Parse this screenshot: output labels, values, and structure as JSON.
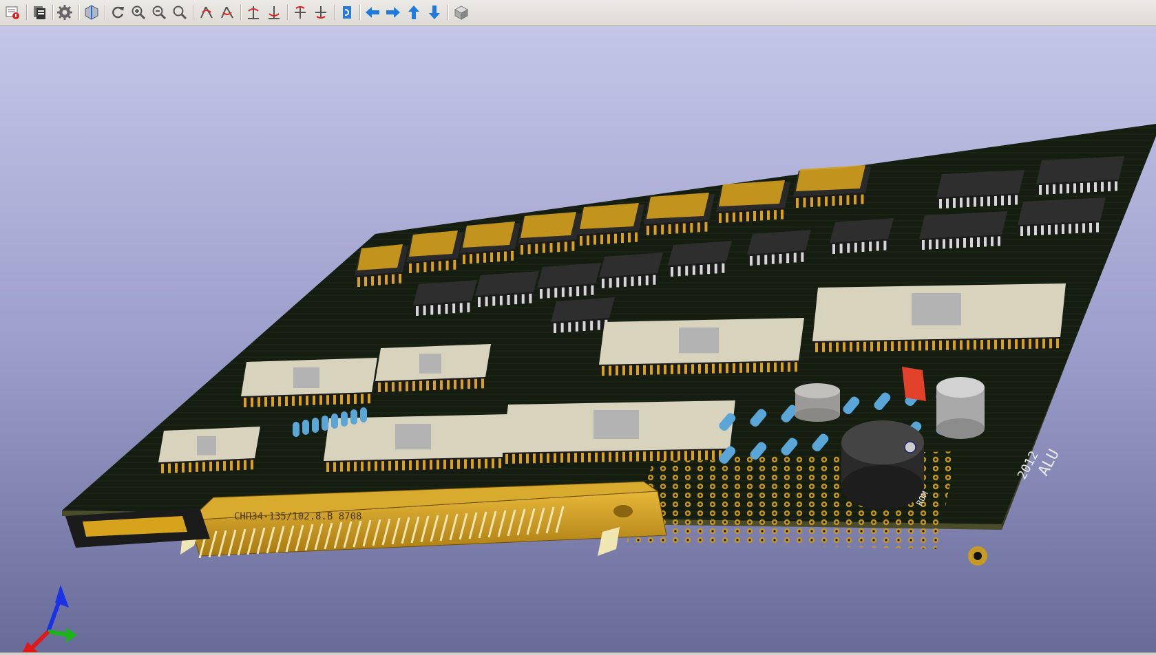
{
  "toolbar": {
    "buttons": [
      {
        "icon": "reload-board-icon",
        "tooltip": "Reload board"
      },
      {
        "icon": "copy-image-icon",
        "tooltip": "Copy 3D image to clipboard"
      },
      {
        "icon": "gear-icon",
        "tooltip": "3D display options"
      },
      {
        "icon": "raytrace-icon",
        "tooltip": "Render current view using raytracing"
      },
      {
        "icon": "refresh-icon",
        "tooltip": "Redraw"
      },
      {
        "icon": "zoom-in-icon",
        "tooltip": "Zoom in"
      },
      {
        "icon": "zoom-out-icon",
        "tooltip": "Zoom out"
      },
      {
        "icon": "zoom-fit-icon",
        "tooltip": "Fit on screen"
      },
      {
        "icon": "rotate-x-cw-icon",
        "tooltip": "Rotate X clockwise"
      },
      {
        "icon": "rotate-x-ccw-icon",
        "tooltip": "Rotate X counterclockwise"
      },
      {
        "icon": "rotate-y-cw-icon",
        "tooltip": "Rotate Y clockwise"
      },
      {
        "icon": "rotate-y-ccw-icon",
        "tooltip": "Rotate Y counterclockwise"
      },
      {
        "icon": "rotate-z-cw-icon",
        "tooltip": "Rotate Z clockwise"
      },
      {
        "icon": "rotate-z-ccw-icon",
        "tooltip": "Rotate Z counterclockwise"
      },
      {
        "icon": "flip-board-icon",
        "tooltip": "Flip board"
      },
      {
        "icon": "arrow-left-icon",
        "tooltip": "Pan left"
      },
      {
        "icon": "arrow-right-icon",
        "tooltip": "Pan right"
      },
      {
        "icon": "arrow-up-icon",
        "tooltip": "Pan up"
      },
      {
        "icon": "arrow-down-icon",
        "tooltip": "Pan down"
      },
      {
        "icon": "ortho-view-icon",
        "tooltip": "Enable/disable orthographic projection"
      }
    ]
  },
  "board": {
    "connector_label": "СНП34-135/102.8.В 8708",
    "silkscreen_labels": [
      "ALU",
      "2012",
      "ROM"
    ]
  },
  "colors": {
    "background_top": "#c4c6e8",
    "background_bottom": "#686b98",
    "pcb": "#141d10",
    "gold": "#d7a21c",
    "chip_black": "#2e2e2e",
    "ceramic": "#d8d3bd"
  }
}
